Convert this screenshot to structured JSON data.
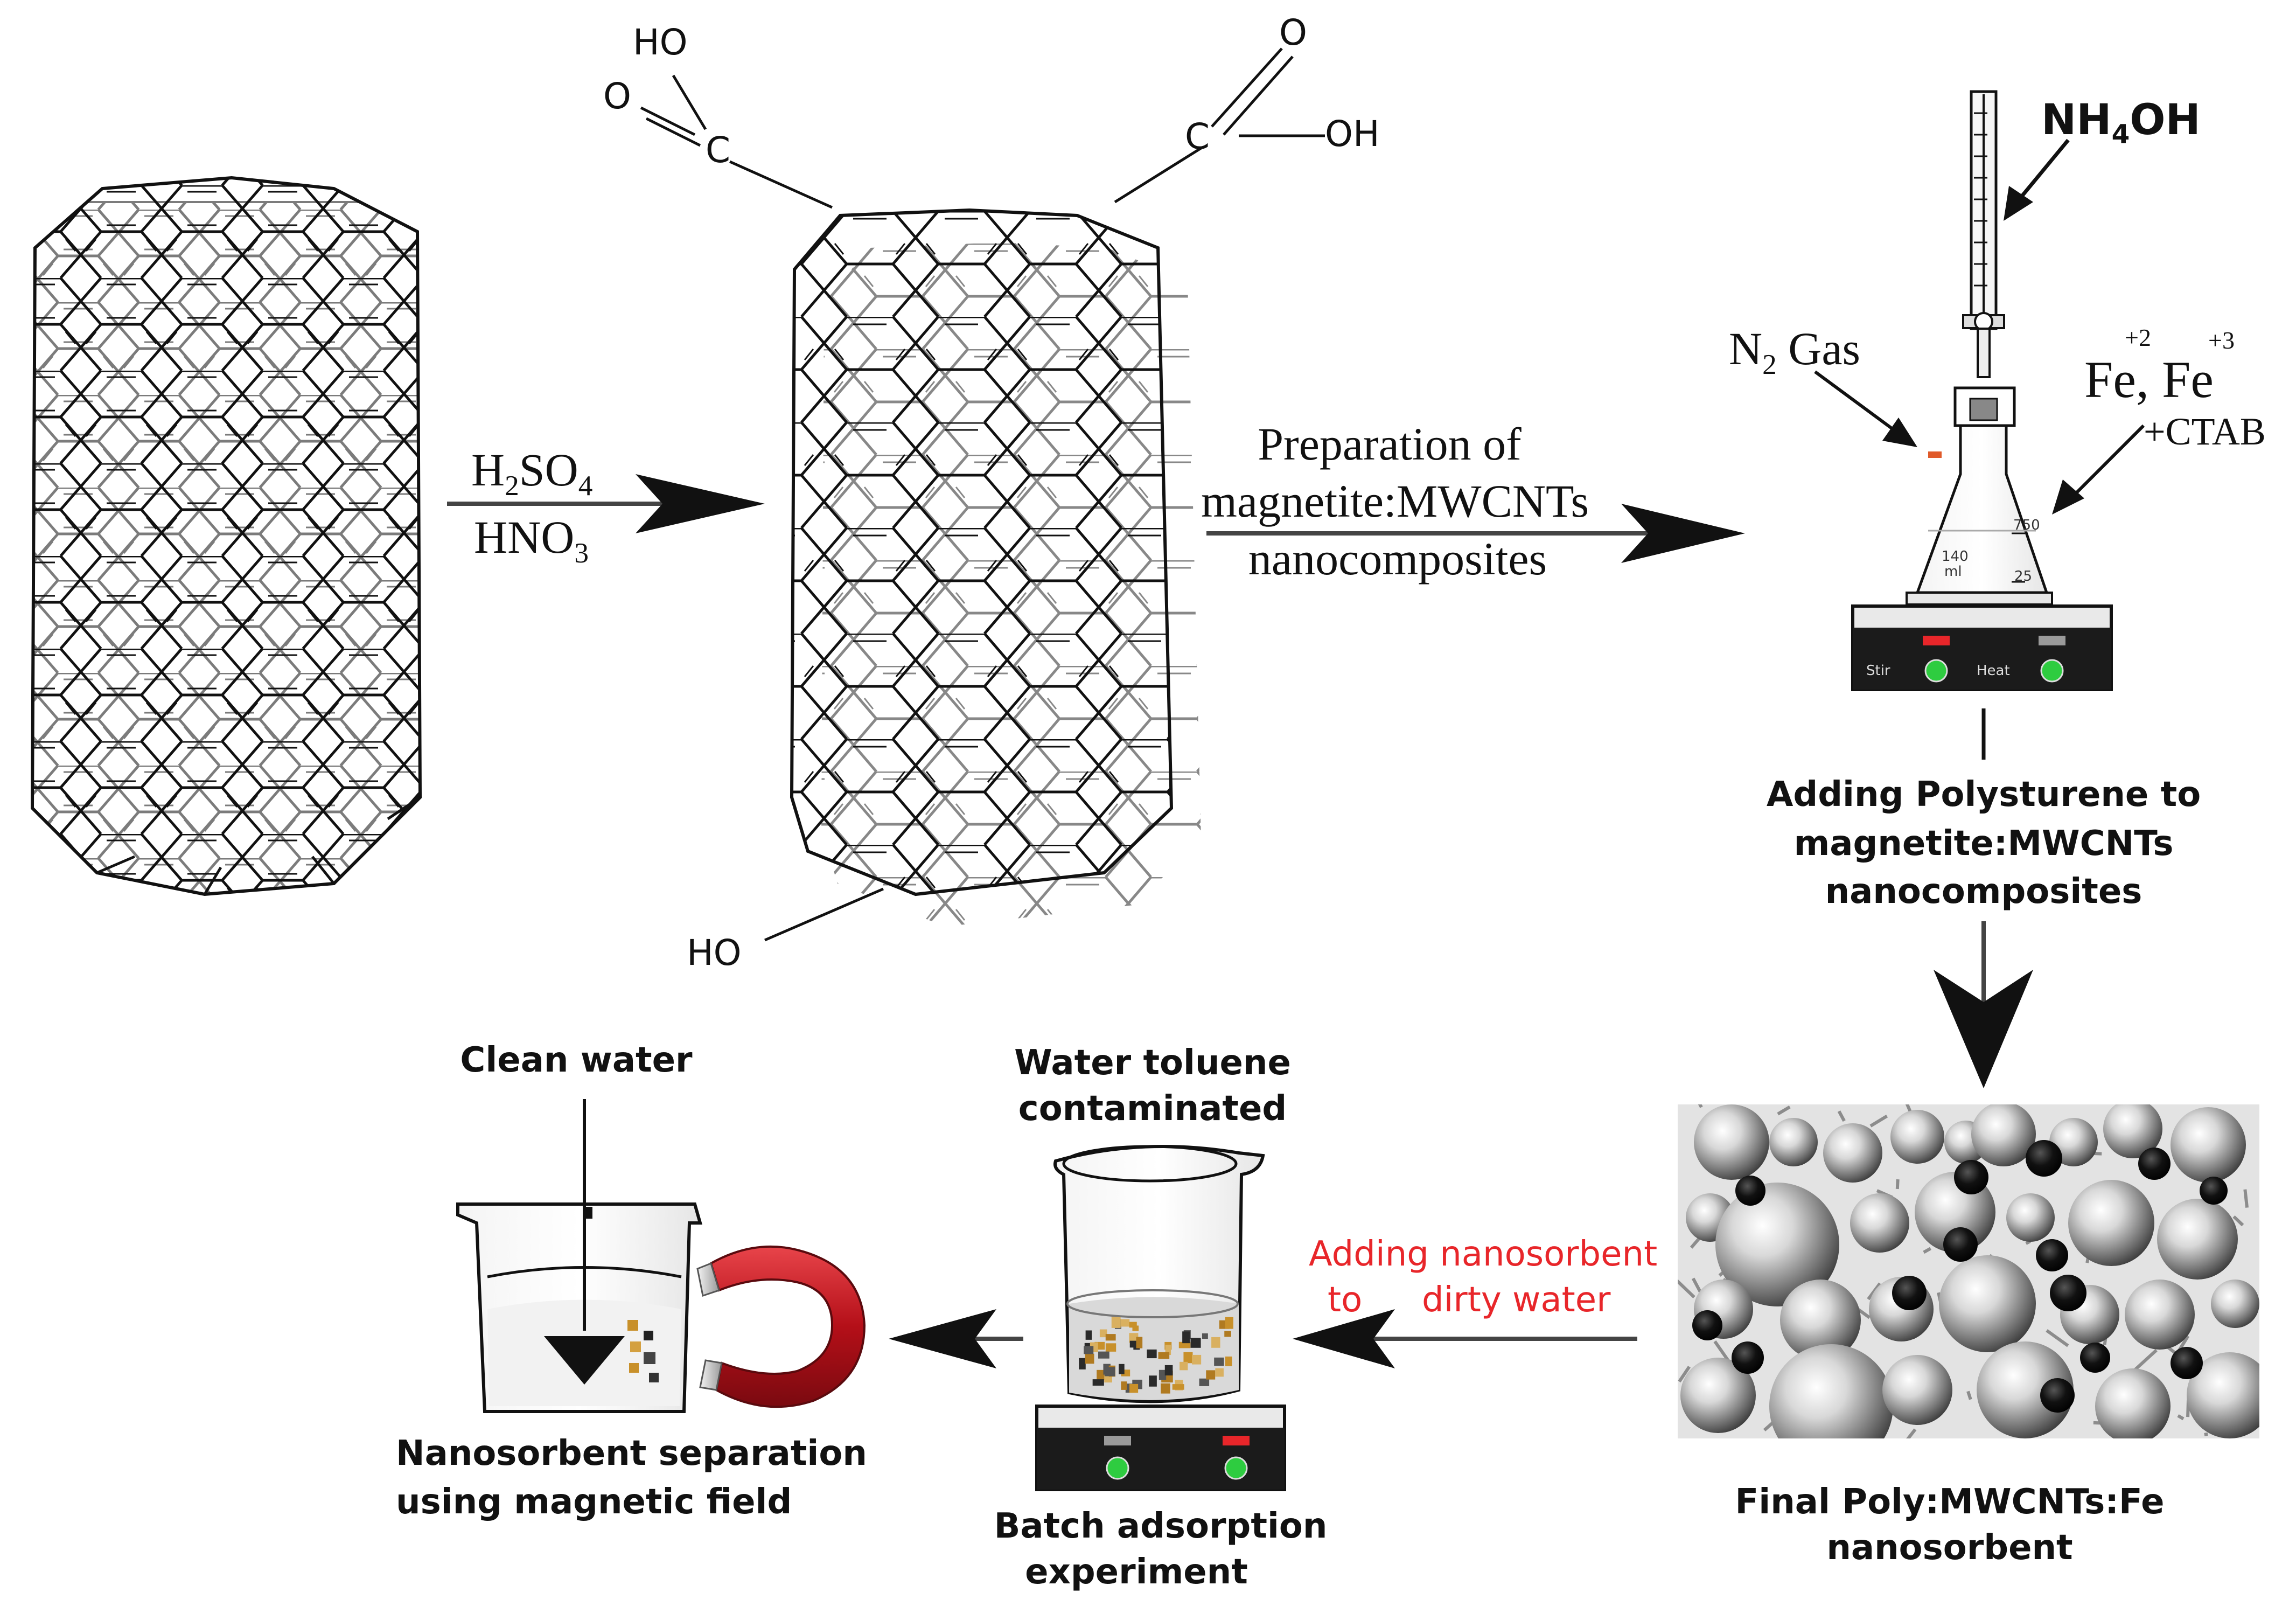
{
  "colors": {
    "ink": "#111111",
    "accent_red": "#e8262a",
    "magnet_red": "#c0141c",
    "led_green": "#2ecc40",
    "sphere_gray": "#9a9a9a"
  },
  "step1": {
    "reagent_line1_main": "H",
    "reagent_line1_sub": "2",
    "reagent_line1_rest": "SO",
    "reagent_line1_sub2": "4",
    "reagent_line2_main": "HNO",
    "reagent_line2_sub": "3"
  },
  "functional_groups": {
    "ho_top_left": "HO",
    "o_top_left": "O",
    "c_top_left": "C",
    "o_top_right": "O",
    "c_top_right": "C",
    "oh_top_right": "OH",
    "ho_bottom": "HO"
  },
  "step2": {
    "line1": "Preparation of",
    "line2": "magnetite:MWCNTs",
    "line3": "nanocomposites"
  },
  "apparatus": {
    "burette_reagent_main": "NH",
    "burette_reagent_sub": "4",
    "burette_reagent_rest": "OH",
    "gas_main": "N",
    "gas_sub": "2",
    "gas_rest": " Gas",
    "iron_label": "Fe, Fe",
    "iron_charge_1": "+2",
    "iron_charge_2": "+3",
    "ctab": "+CTAB",
    "flask_mark_1": "750",
    "flask_mark_2": "25",
    "flask_mark_3": "140",
    "flask_mark_4": "ml",
    "stir_label": "Stir",
    "heat_label": "Heat"
  },
  "step3": {
    "line1": "Adding Polysturene to",
    "line2": "magnetite:MWCNTs",
    "line3": "nanocomposites"
  },
  "final_product": {
    "line1": "Final Poly:MWCNTs:Fe",
    "line2": "nanosorbent"
  },
  "step4": {
    "line1": "Adding nanosorbent",
    "line2a": "to",
    "line2b": "dirty water"
  },
  "batch": {
    "top_line1": "Water toluene",
    "top_line2": "contaminated",
    "bottom_line1": "Batch adsorption",
    "bottom_line2": "experiment"
  },
  "separation": {
    "top_label": "Clean water",
    "bottom_line1": "Nanosorbent separation",
    "bottom_line2": "using magnetic field"
  }
}
